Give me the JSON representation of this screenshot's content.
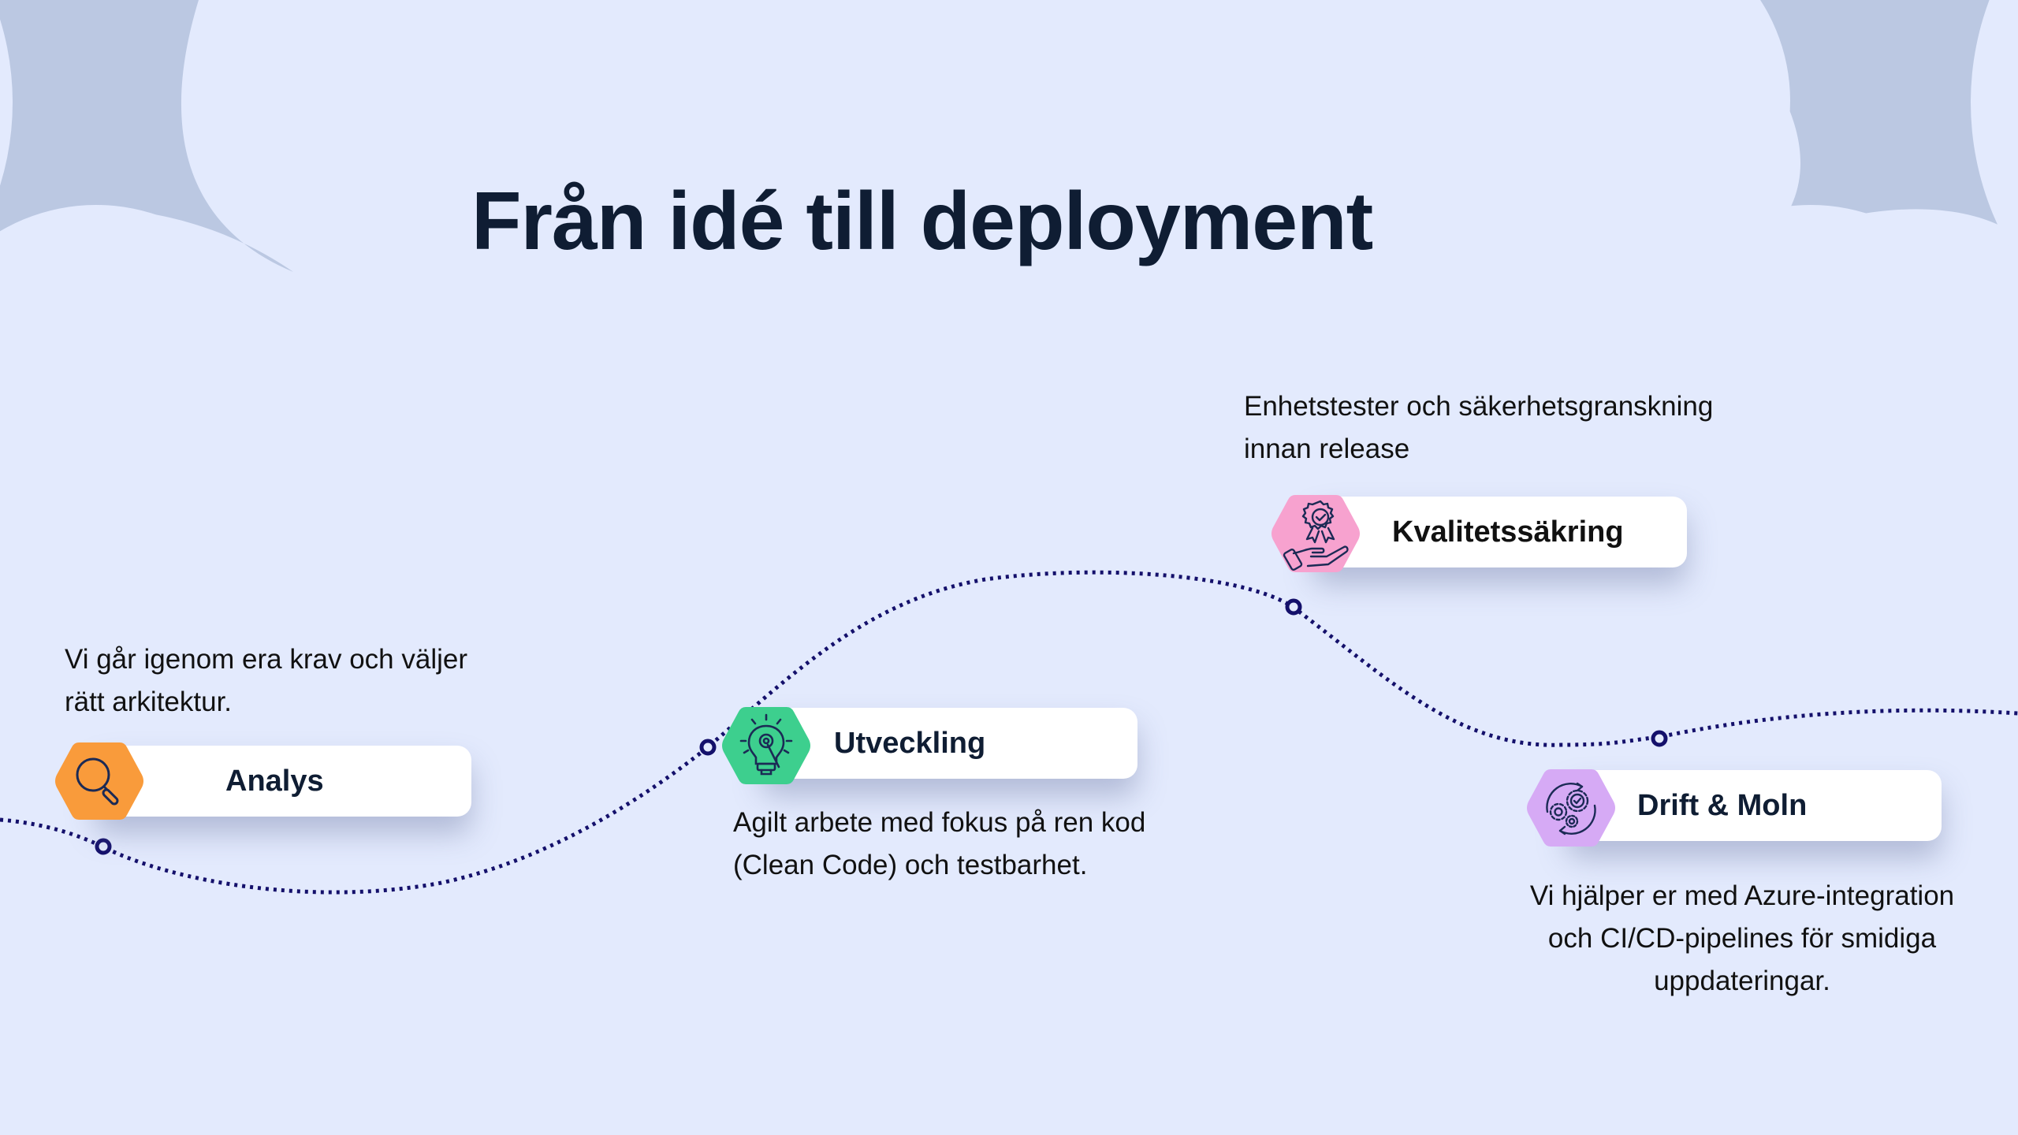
{
  "title": "Från idé till deployment",
  "colors": {
    "background": "#e3eafd",
    "background_shape": "#bbc8e2",
    "path": "#14106b",
    "analys": "#f99b3b",
    "utveckling": "#3dcf8e",
    "kvalitet": "#f7a2cf",
    "drift": "#d6aaf5",
    "icon_stroke": "#1b2a55"
  },
  "steps": [
    {
      "id": "analys",
      "label": "Analys",
      "icon": "magnifier-icon",
      "description": [
        "Vi går igenom era krav och väljer",
        "rätt arkitektur."
      ]
    },
    {
      "id": "utveckling",
      "label": "Utveckling",
      "icon": "lightbulb-gear-icon",
      "description": [
        "Agilt arbete med fokus på ren kod",
        "(Clean Code) och testbarhet."
      ]
    },
    {
      "id": "kvalitet",
      "label": "Kvalitetssäkring",
      "icon": "award-hand-icon",
      "description": [
        "Enhetstester och säkerhetsgranskning",
        "innan release"
      ]
    },
    {
      "id": "drift",
      "label": "Drift & Moln",
      "icon": "gears-cycle-icon",
      "description": [
        "Vi hjälper er med Azure-integration",
        "och CI/CD-pipelines för smidiga",
        "uppdateringar."
      ]
    }
  ]
}
